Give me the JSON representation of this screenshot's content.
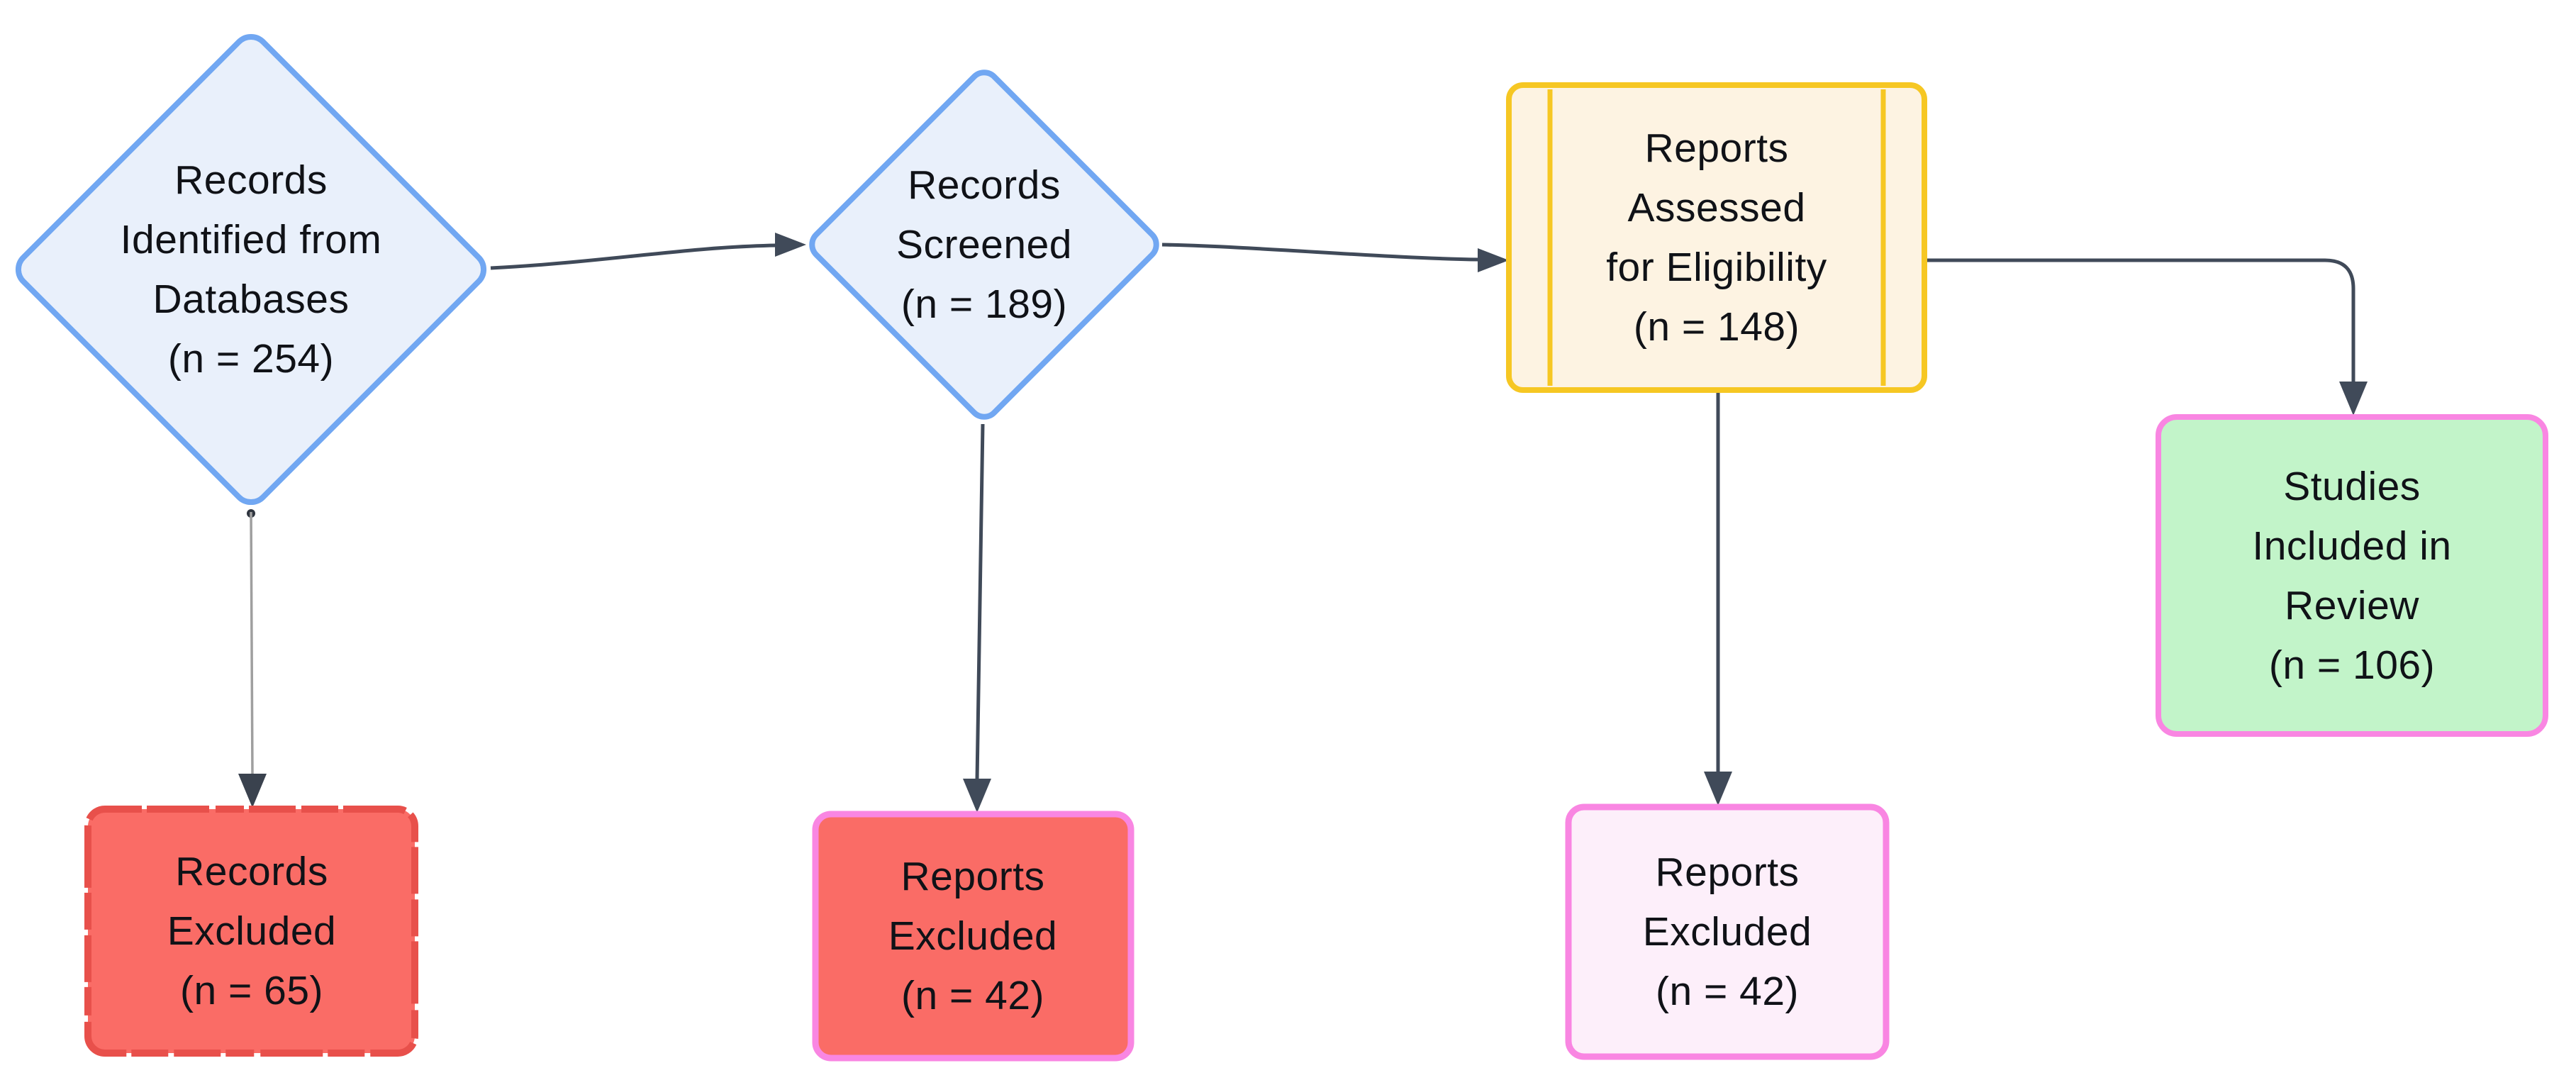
{
  "diagram": {
    "type": "flowchart",
    "background": "#ffffff",
    "text_color": "#101217",
    "edge_color": "#404a59",
    "muted_edge_color": "#9f9f9f",
    "nodes": [
      {
        "id": "records-identified",
        "shape": "diamond",
        "label": "Records\nIdentified from\nDatabases\n(n = 254)",
        "value": 254,
        "fill": "#e9f0fb",
        "stroke": "#71a7f2"
      },
      {
        "id": "records-screened",
        "shape": "diamond",
        "label": "Records\nScreened\n(n = 189)",
        "value": 189,
        "fill": "#e9f0fb",
        "stroke": "#71a7f2"
      },
      {
        "id": "reports-assessed",
        "shape": "subroutine",
        "label": "Reports\nAssessed\nfor Eligibility\n(n = 148)",
        "value": 148,
        "fill": "#fdf3e2",
        "stroke": "#f6c723"
      },
      {
        "id": "studies-included",
        "shape": "rounded-rect",
        "label": "Studies\nIncluded in\nReview\n(n = 106)",
        "value": 106,
        "fill": "#c2f4c9",
        "stroke": "#f986e2"
      },
      {
        "id": "records-excluded",
        "shape": "rounded-rect-rough",
        "label": "Records\nExcluded\n(n = 65)",
        "value": 65,
        "fill": "#fa6c66",
        "stroke": "#e8504b"
      },
      {
        "id": "reports-excluded-screening",
        "shape": "rounded-rect",
        "label": "Reports\nExcluded\n(n = 42)",
        "value": 42,
        "fill": "#fa6c66",
        "stroke": "#f986e2"
      },
      {
        "id": "reports-excluded-eligibility",
        "shape": "rounded-rect",
        "label": "Reports\nExcluded\n(n = 42)",
        "value": 42,
        "fill": "#fdeffa",
        "stroke": "#f986e2"
      }
    ],
    "edges": [
      {
        "from": "records-identified",
        "to": "records-screened",
        "color": "#404a59"
      },
      {
        "from": "records-screened",
        "to": "reports-assessed",
        "color": "#404a59"
      },
      {
        "from": "reports-assessed",
        "to": "studies-included",
        "color": "#404a59"
      },
      {
        "from": "records-identified",
        "to": "records-excluded",
        "color": "#9f9f9f",
        "arrow_color": "#3a424e"
      },
      {
        "from": "records-screened",
        "to": "reports-excluded-screening",
        "color": "#404a59"
      },
      {
        "from": "reports-assessed",
        "to": "reports-excluded-eligibility",
        "color": "#404a59"
      }
    ]
  }
}
